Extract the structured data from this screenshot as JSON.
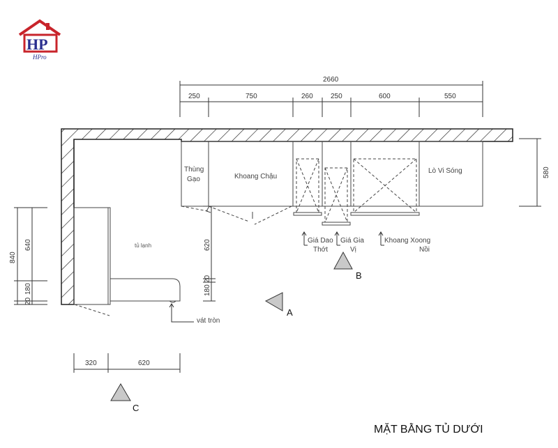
{
  "logo": {
    "text": "HPro"
  },
  "dimensions_top": {
    "total": "2660",
    "segments": [
      "250",
      "750",
      "260",
      "250",
      "600",
      "550"
    ]
  },
  "dimensions_right": {
    "depth": "580"
  },
  "dimensions_left": {
    "total": "840",
    "a": "640",
    "b": "180",
    "c": "20"
  },
  "dimensions_inner": {
    "a": "620",
    "b": "180",
    "c": "20"
  },
  "dimensions_bottom": {
    "a": "320",
    "b": "620"
  },
  "labels": {
    "thung_gao_1": "Thùng",
    "thung_gao_2": "Gạo",
    "khoang_chau": "Khoang Chậu",
    "lo_vi_song": "Lò Vi Sóng",
    "tu_lanh": "tủ lạnh",
    "gia_dao_1": "Giá Dao",
    "gia_dao_2": "Thớt",
    "gia_gia_vi_1": "Giá Gia",
    "gia_gia_vi_2": "Vị",
    "khoang_xoong_1": "Khoang Xoong",
    "khoang_xoong_2": "Nồi",
    "vat_tron": "vát tròn"
  },
  "views": {
    "a": "A",
    "b": "B",
    "c": "C"
  },
  "title": "MẶT BẰNG TỦ DƯỚI",
  "colors": {
    "logo_red": "#c8242b",
    "logo_blue": "#2a2f8f",
    "marker_fill": "#c9c9c9"
  }
}
